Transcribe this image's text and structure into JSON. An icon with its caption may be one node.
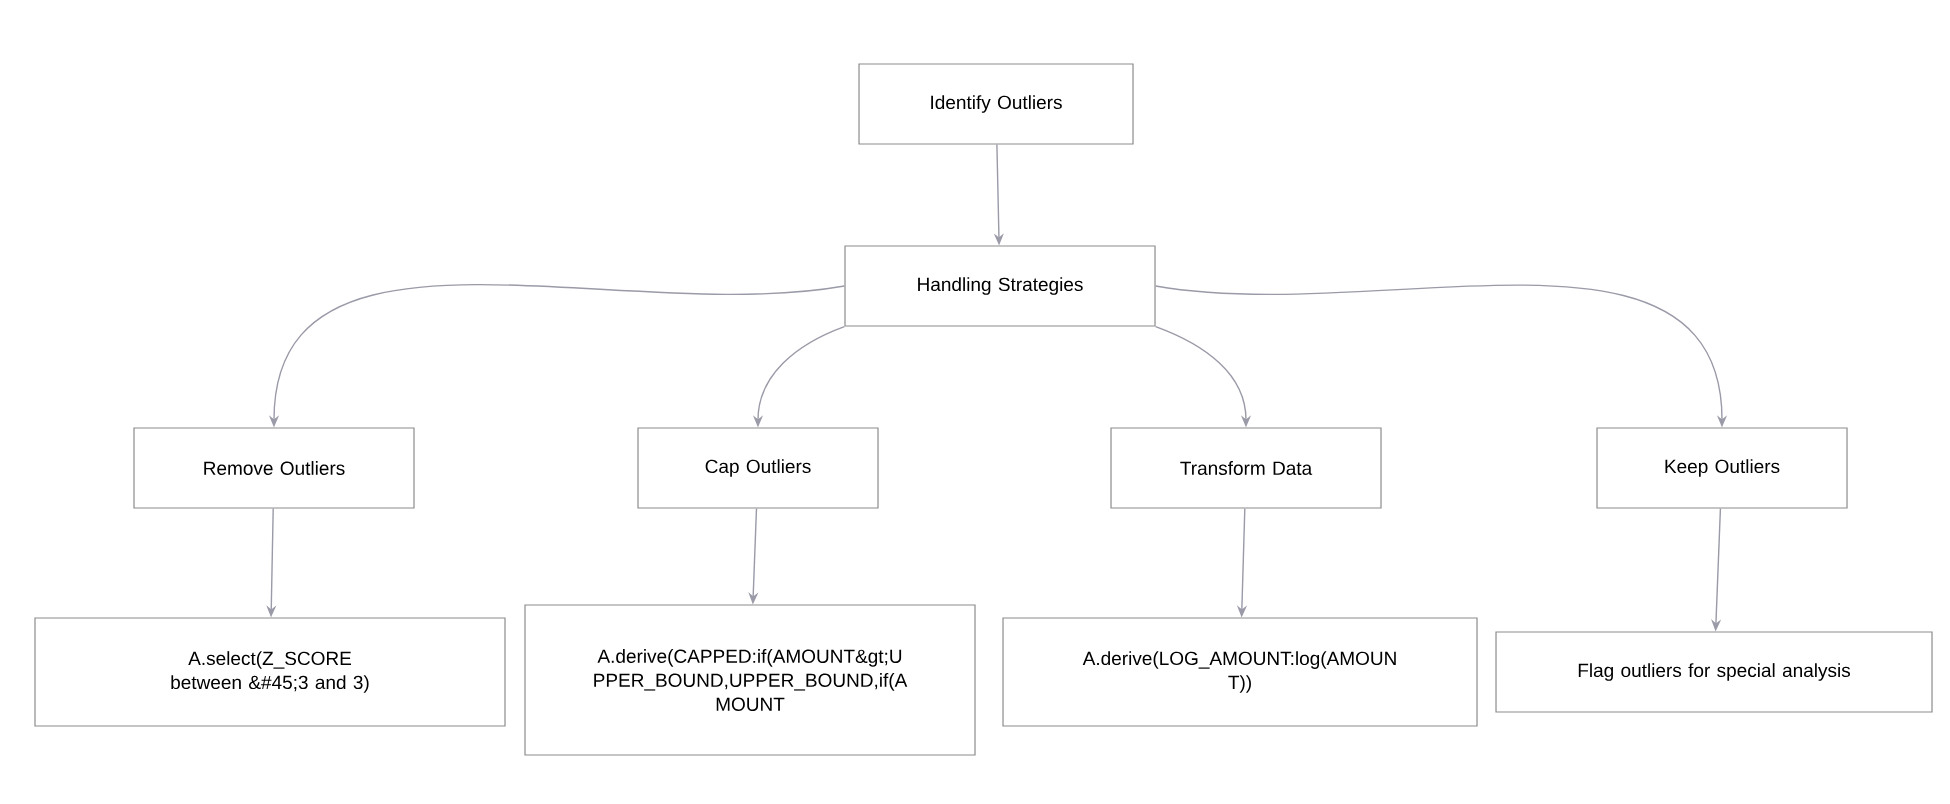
{
  "diagram": {
    "nodes": [
      {
        "text": [
          "Identify Outliers"
        ]
      },
      {
        "text": [
          "Handling Strategies"
        ]
      },
      {
        "text": [
          "Remove Outliers"
        ]
      },
      {
        "text": [
          "Cap Outliers"
        ]
      },
      {
        "text": [
          "Transform Data"
        ]
      },
      {
        "text": [
          "Keep Outliers"
        ]
      },
      {
        "text": [
          "A.select(Z_SCORE between &#45;3 and 3)"
        ]
      },
      {
        "text": [
          "A.derive(CAPPED:if(AMOUNT&gt;U PPER_BOUND,UPPER_BOUND,if(A MOUNT"
        ]
      },
      {
        "text": [
          "A.derive(LOG_AMOUNT:log(AMOUN T))"
        ]
      },
      {
        "text": [
          "Flag outliers for special analysis"
        ]
      }
    ],
    "edges": [
      {
        "from": 0,
        "to": 1,
        "arrow": "to"
      },
      {
        "from": 1,
        "to": 2,
        "arrow": "to"
      },
      {
        "from": 1,
        "to": 3,
        "arrow": "to"
      },
      {
        "from": 1,
        "to": 4,
        "arrow": "to"
      },
      {
        "from": 1,
        "to": 5,
        "arrow": "to"
      },
      {
        "from": 2,
        "to": 6,
        "arrow": "to"
      },
      {
        "from": 3,
        "to": 7,
        "arrow": "to"
      },
      {
        "from": 4,
        "to": 8,
        "arrow": "to"
      },
      {
        "from": 5,
        "to": 9,
        "arrow": "to"
      }
    ]
  }
}
